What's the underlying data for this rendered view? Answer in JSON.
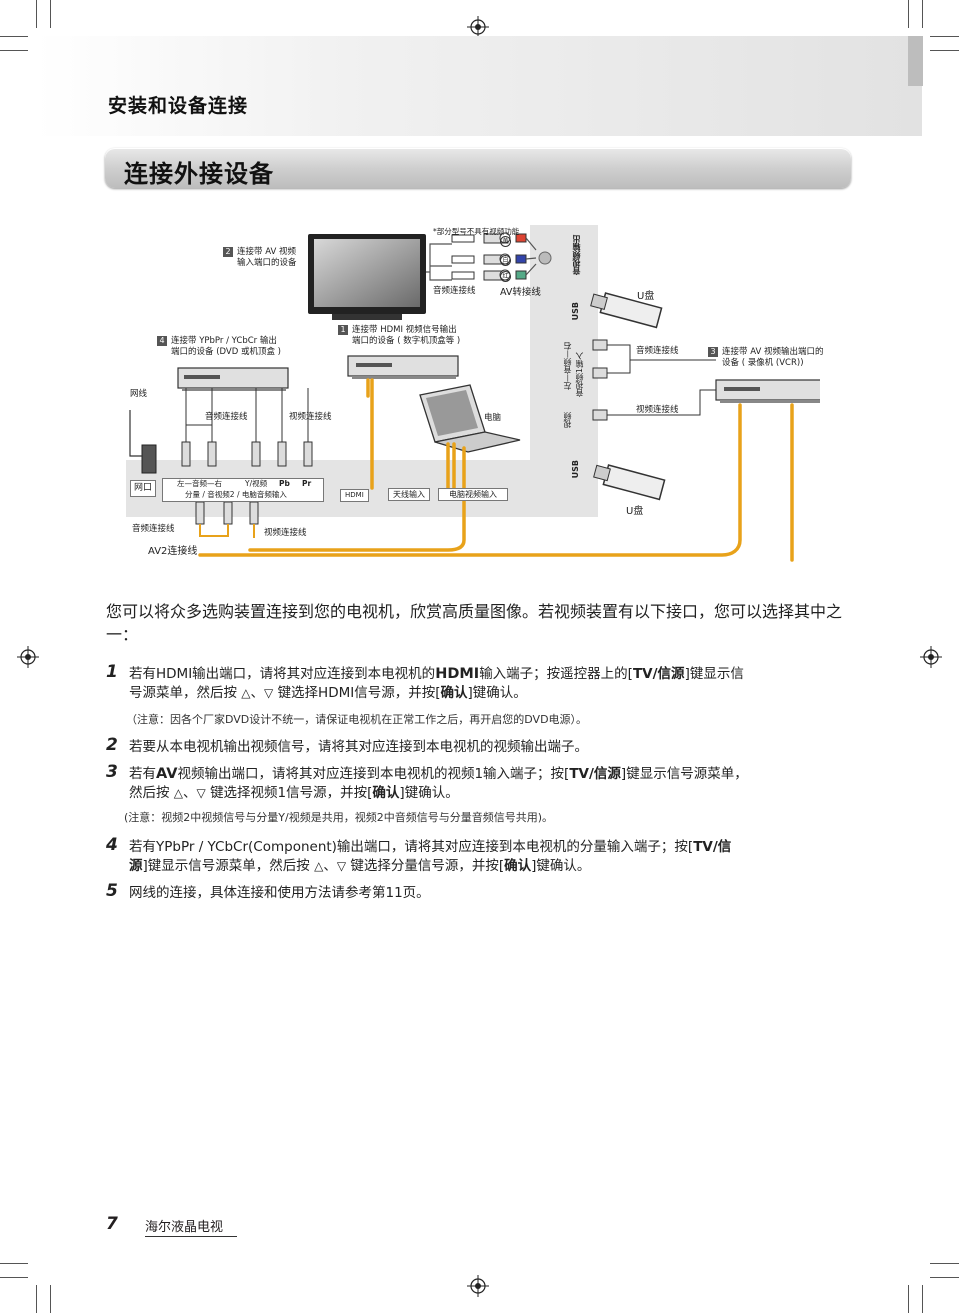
{
  "header": {
    "section_title": "安装和设备连接",
    "page_title": "连接外接设备"
  },
  "diagram": {
    "note_partial": "*部分型号不具有视频功能",
    "device2": {
      "num": "2",
      "line1": "连接带 AV 视频",
      "line2": "输入端口的设备"
    },
    "audio_cable_top": "音频连接线",
    "av_cable": "AV转接线",
    "av_out": "音视频输出",
    "usb1": "USB",
    "udisk1": "U盘",
    "usb2": "USB",
    "udisk2": "U盘",
    "device1": {
      "num": "1",
      "line1": "连接带 HDMI 视频信号输出",
      "line2": "端口的设备 ( 数字机顶盒等 )"
    },
    "device4": {
      "num": "4",
      "line1": "连接带 YPbPr / YCbCr 输出",
      "line2": "端口的设备 (DVD 或机顶盒 )"
    },
    "device3": {
      "num": "3",
      "line1": "连接带 AV 视频输出端口的",
      "line2": "设备 ( 录像机 (VCR))"
    },
    "side_audio": "左—音频—右",
    "side_video_in": "音视频1输入",
    "side_video": "视频",
    "audio_cable_right": "音频连接线",
    "video_cable_right": "视频连接线",
    "network": "网线",
    "audio_cable_mid": "音频连接线",
    "video_cable_mid": "视频连接线",
    "computer": "电脑",
    "port_net": "网口",
    "port_audio": "左—音频—右",
    "port_yvideo": "Y/视频",
    "port_pb": "Pb",
    "port_pr": "Pr",
    "port_component": "分量 / 音视频2 / 电脑音频输入",
    "port_hdmi": "HDMI",
    "port_antenna": "天线输入",
    "port_pc": "电脑视频输入",
    "audio_cable_bottom": "音频连接线",
    "video_cable_bottom": "视频连接线",
    "av2_cable": "AV2连接线",
    "circle_yellow": "黄",
    "circle_white": "白",
    "circle_red": "红"
  },
  "intro": "您可以将众多选购装置连接到您的电视机，欣赏高质量图像。若视频装置有以下接口，您可以选择其中之一：",
  "items": [
    {
      "num": "1",
      "line1_a": "若有HDMI输出端口，请将其对应连接到本电视机的",
      "line1_b": "HDMI",
      "line1_c": "输入端子；按遥控器上的[",
      "line1_d": "TV/信源",
      "line1_e": "]键显示信",
      "line2_a": "号源菜单，然后按",
      "line2_b": "、",
      "line2_c": "键选择HDMI信号源，并按[",
      "line2_d": "确认",
      "line2_e": "]键确认。",
      "note": "（注意：因各个厂家DVD设计不统一，请保证电视机在正常工作之后，再开启您的DVD电源）。"
    },
    {
      "num": "2",
      "line1_a": "若要从本电视机输出视频信号，请将其对应连接到本电视机的视频输出端子。"
    },
    {
      "num": "3",
      "line1_a": "若有",
      "line1_b": "AV",
      "line1_c": "视频输出端口，请将其对应连接到本电视机的视频1输入端子；按[",
      "line1_d": "TV/信源",
      "line1_e": "]键显示信号源菜单，",
      "line2_a": "然后按",
      "line2_b": "、",
      "line2_c": "键选择视频1信号源，并按[",
      "line2_d": "确认",
      "line2_e": "]键确认。",
      "note": "(注意：视频2中视频信号与分量Y/视频是共用，视频2中音频信号与分量音频信号共用)。"
    },
    {
      "num": "4",
      "line1_a": "若有YPbPr / YCbCr(Component)输出端口，请将其对应连接到本电视机的分量输入端子；按[",
      "line1_d": "TV/信",
      "line2_d0": "源",
      "line2_a": "]键显示信号源菜单，然后按",
      "line2_b": "、",
      "line2_c": "键选择分量信号源，并按[",
      "line2_d": "确认",
      "line2_e": "]键确认。"
    },
    {
      "num": "5",
      "line1_a": "网线的连接，具体连接和使用方法请参考第11页。"
    }
  ],
  "footer": {
    "page_num": "7",
    "brand": "海尔液晶电视"
  },
  "colors": {
    "cable": "#e8a21a",
    "panel": "#e6e6e6",
    "title_bar": "#cfcfcf"
  },
  "icons": {
    "up": "up-triangle-icon",
    "down": "down-triangle-icon",
    "registration": "registration-mark-icon"
  }
}
